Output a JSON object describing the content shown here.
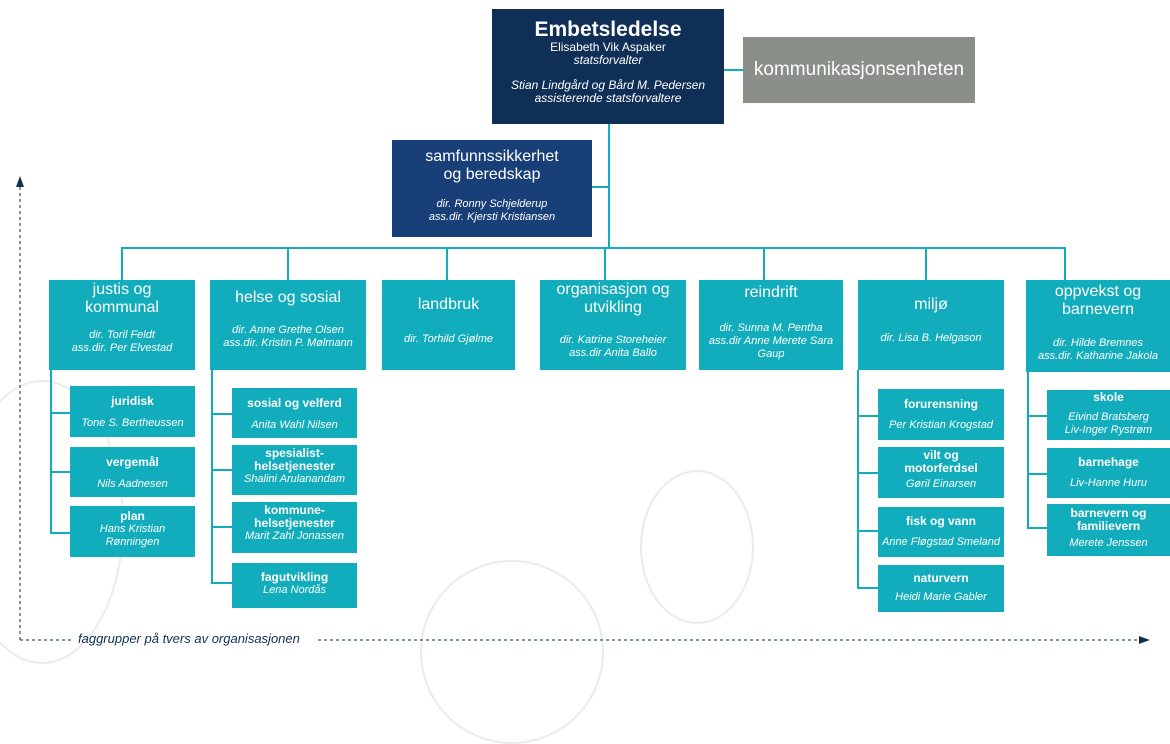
{
  "top": {
    "title": "Embetsledelse",
    "leader_name": "Elisabeth Vik Aspaker",
    "leader_role": "statsforvalter",
    "assistants_names": "Stian Lindgård og Bård M. Pedersen",
    "assistants_role": "assisterende statsforvaltere"
  },
  "communication": {
    "label": "kommunikasjonsenheten"
  },
  "safety": {
    "title_line1": "samfunnssikkerhet",
    "title_line2": "og beredskap",
    "director": "dir. Ronny Schjelderup",
    "assistant_director": "ass.dir. Kjersti Kristiansen"
  },
  "departments": [
    {
      "title_line1": "justis og",
      "title_line2": "kommunal",
      "line1": "dir. Toril Feldt",
      "line2": "ass.dir. Per Elvestad"
    },
    {
      "title_line1": "helse og sosial",
      "title_line2": "",
      "line1": "dir. Anne Grethe Olsen",
      "line2": "ass.dir. Kristin P. Mølmann"
    },
    {
      "title_line1": "landbruk",
      "title_line2": "",
      "line1": "dir. Torhild Gjølme",
      "line2": ""
    },
    {
      "title_line1": "organisasjon og",
      "title_line2": "utvikling",
      "line1": "dir. Katrine Storeheier",
      "line2": "ass.dir Anita Ballo"
    },
    {
      "title_line1": "reindrift",
      "title_line2": "",
      "line1": "dir. Sunna M. Pentha",
      "line2": "ass.dir Anne Merete Sara",
      "line3": "Gaup"
    },
    {
      "title_line1": "miljø",
      "title_line2": "",
      "line1": "dir. Lisa B. Helgason",
      "line2": ""
    },
    {
      "title_line1": "oppvekst og",
      "title_line2": "barnevern",
      "line1": "dir. Hilde Bremnes",
      "line2": "ass.dir. Katharine Jakola"
    }
  ],
  "subunits": {
    "justis": [
      {
        "title": "juridisk",
        "person": "Tone S. Bertheussen"
      },
      {
        "title": "vergemål",
        "person": "Nils Aadnesen"
      },
      {
        "title": "plan",
        "person_line1": "Hans Kristian",
        "person_line2": "Rønningen"
      }
    ],
    "helse": [
      {
        "title": "sosial og velferd",
        "person": "Anita Wahl Nilsen"
      },
      {
        "title_line1": "spesialist-",
        "title_line2": "helsetjenester",
        "person": "Shalini Arulanandam"
      },
      {
        "title_line1": "kommune-",
        "title_line2": "helsetjenester",
        "person": "Marit Zahl Jonassen"
      },
      {
        "title": "fagutvikling",
        "person": "Lena Nordås"
      }
    ],
    "miljo": [
      {
        "title": "forurensning",
        "person": "Per Kristian Krogstad"
      },
      {
        "title_line1": "vilt og",
        "title_line2": "motorferdsel",
        "person": "Gøril Einarsen"
      },
      {
        "title": "fisk og vann",
        "person": "Anne Fløgstad Smeland"
      },
      {
        "title": "naturvern",
        "person": "Heidi Marie Gabler"
      }
    ],
    "oppvekst": [
      {
        "title": "skole",
        "person_line1": "Eivind Bratsberg",
        "person_line2": "Liv-Inger Rystrøm"
      },
      {
        "title": "barnehage",
        "person": "Liv-Hanne Huru"
      },
      {
        "title_line1": "barnevern og",
        "title_line2": "familievern",
        "person": "Merete Jenssen"
      }
    ]
  },
  "axis_label": "faggrupper på tvers av organisasjonen",
  "colors": {
    "dark_navy": "#0f2f57",
    "navy": "#183f78",
    "teal": "#12adbc",
    "grey": "#8a8f89"
  }
}
